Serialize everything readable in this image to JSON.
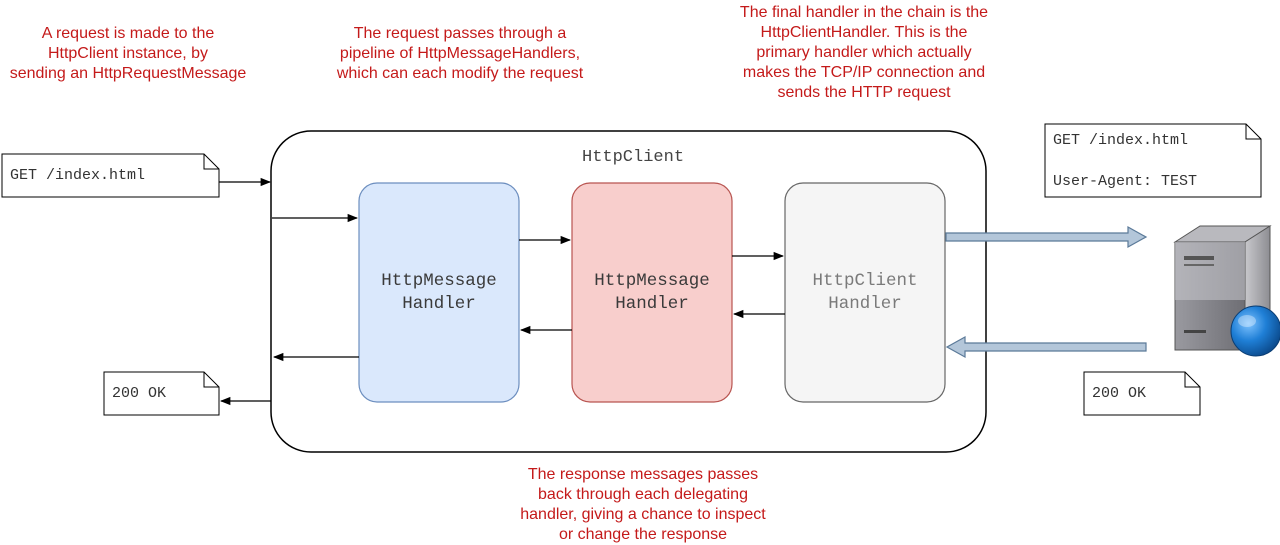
{
  "annotations": {
    "request_made": [
      "A request is made to the",
      "HttpClient instance, by",
      "sending an HttpRequestMessage"
    ],
    "pipeline": [
      "The request passes through a",
      "pipeline of HttpMessageHandlers,",
      "which can each modify the request"
    ],
    "final_handler": [
      "The final handler in the chain is the",
      "HttpClientHandler. This is the",
      "primary handler which actually",
      "makes the TCP/IP connection and",
      "sends the HTTP request"
    ],
    "response": [
      "The response messages passes",
      "back through each delegating",
      "handler, giving a chance to inspect",
      "or change the response"
    ]
  },
  "container": {
    "title": "HttpClient"
  },
  "handlers": [
    {
      "line1": "HttpMessage",
      "line2": "Handler",
      "fill": "#dae8fc",
      "stroke": "#6c8ebf"
    },
    {
      "line1": "HttpMessage",
      "line2": "Handler",
      "fill": "#f8cecc",
      "stroke": "#b85450"
    },
    {
      "line1": "HttpClient",
      "line2": "Handler",
      "fill": "#f5f5f5",
      "stroke": "#666666"
    }
  ],
  "documents": {
    "incoming_request": {
      "line1": "GET /index.html"
    },
    "outgoing_request": {
      "line1": "GET /index.html",
      "line2": "User-Agent: TEST"
    },
    "server_response": {
      "line1": "200 OK"
    },
    "client_response": {
      "line1": "200 OK"
    }
  },
  "colors": {
    "annotation": "#c41a1a",
    "arrow": "#000000",
    "network_arrow_fill": "#b3c6d9",
    "network_arrow_stroke": "#5b7a99"
  },
  "icons": {
    "server": "server-icon",
    "globe": "globe-icon"
  }
}
